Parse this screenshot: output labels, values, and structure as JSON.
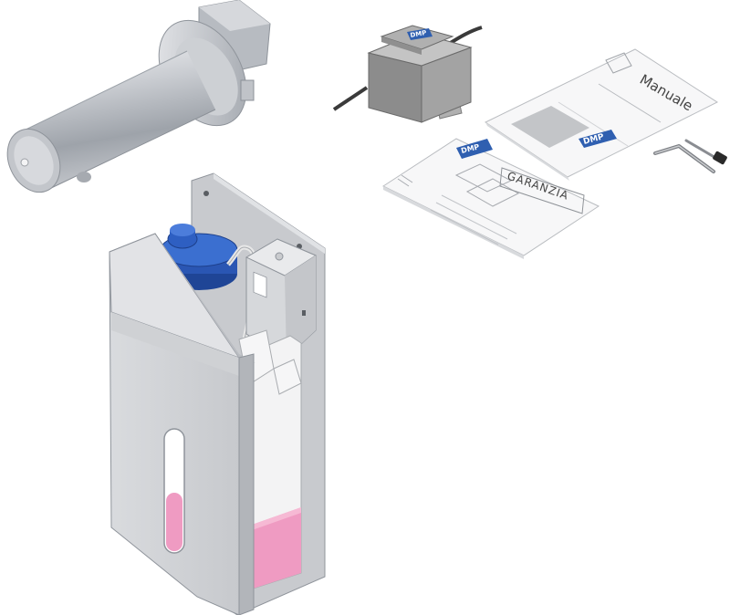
{
  "brand": {
    "logo_text": "DMP",
    "logo_color": "#2f5fb0",
    "logo_text_color": "#ffffff"
  },
  "documents": {
    "manual_title": "Manuale",
    "warranty_title": "GARANZIA"
  },
  "components": [
    "tap-spout",
    "power-transformer",
    "manual-booklet",
    "warranty-card",
    "hex-key",
    "sensor-probe",
    "soap-dispenser-unit"
  ],
  "colors": {
    "steel_light": "#e6e8ec",
    "steel_mid": "#bfc3c9",
    "steel_dark": "#8b9097",
    "pump_blue": "#2a56b3",
    "soap_pink": "#ef9bc2",
    "transformer_grey": "#9a9a9a"
  }
}
